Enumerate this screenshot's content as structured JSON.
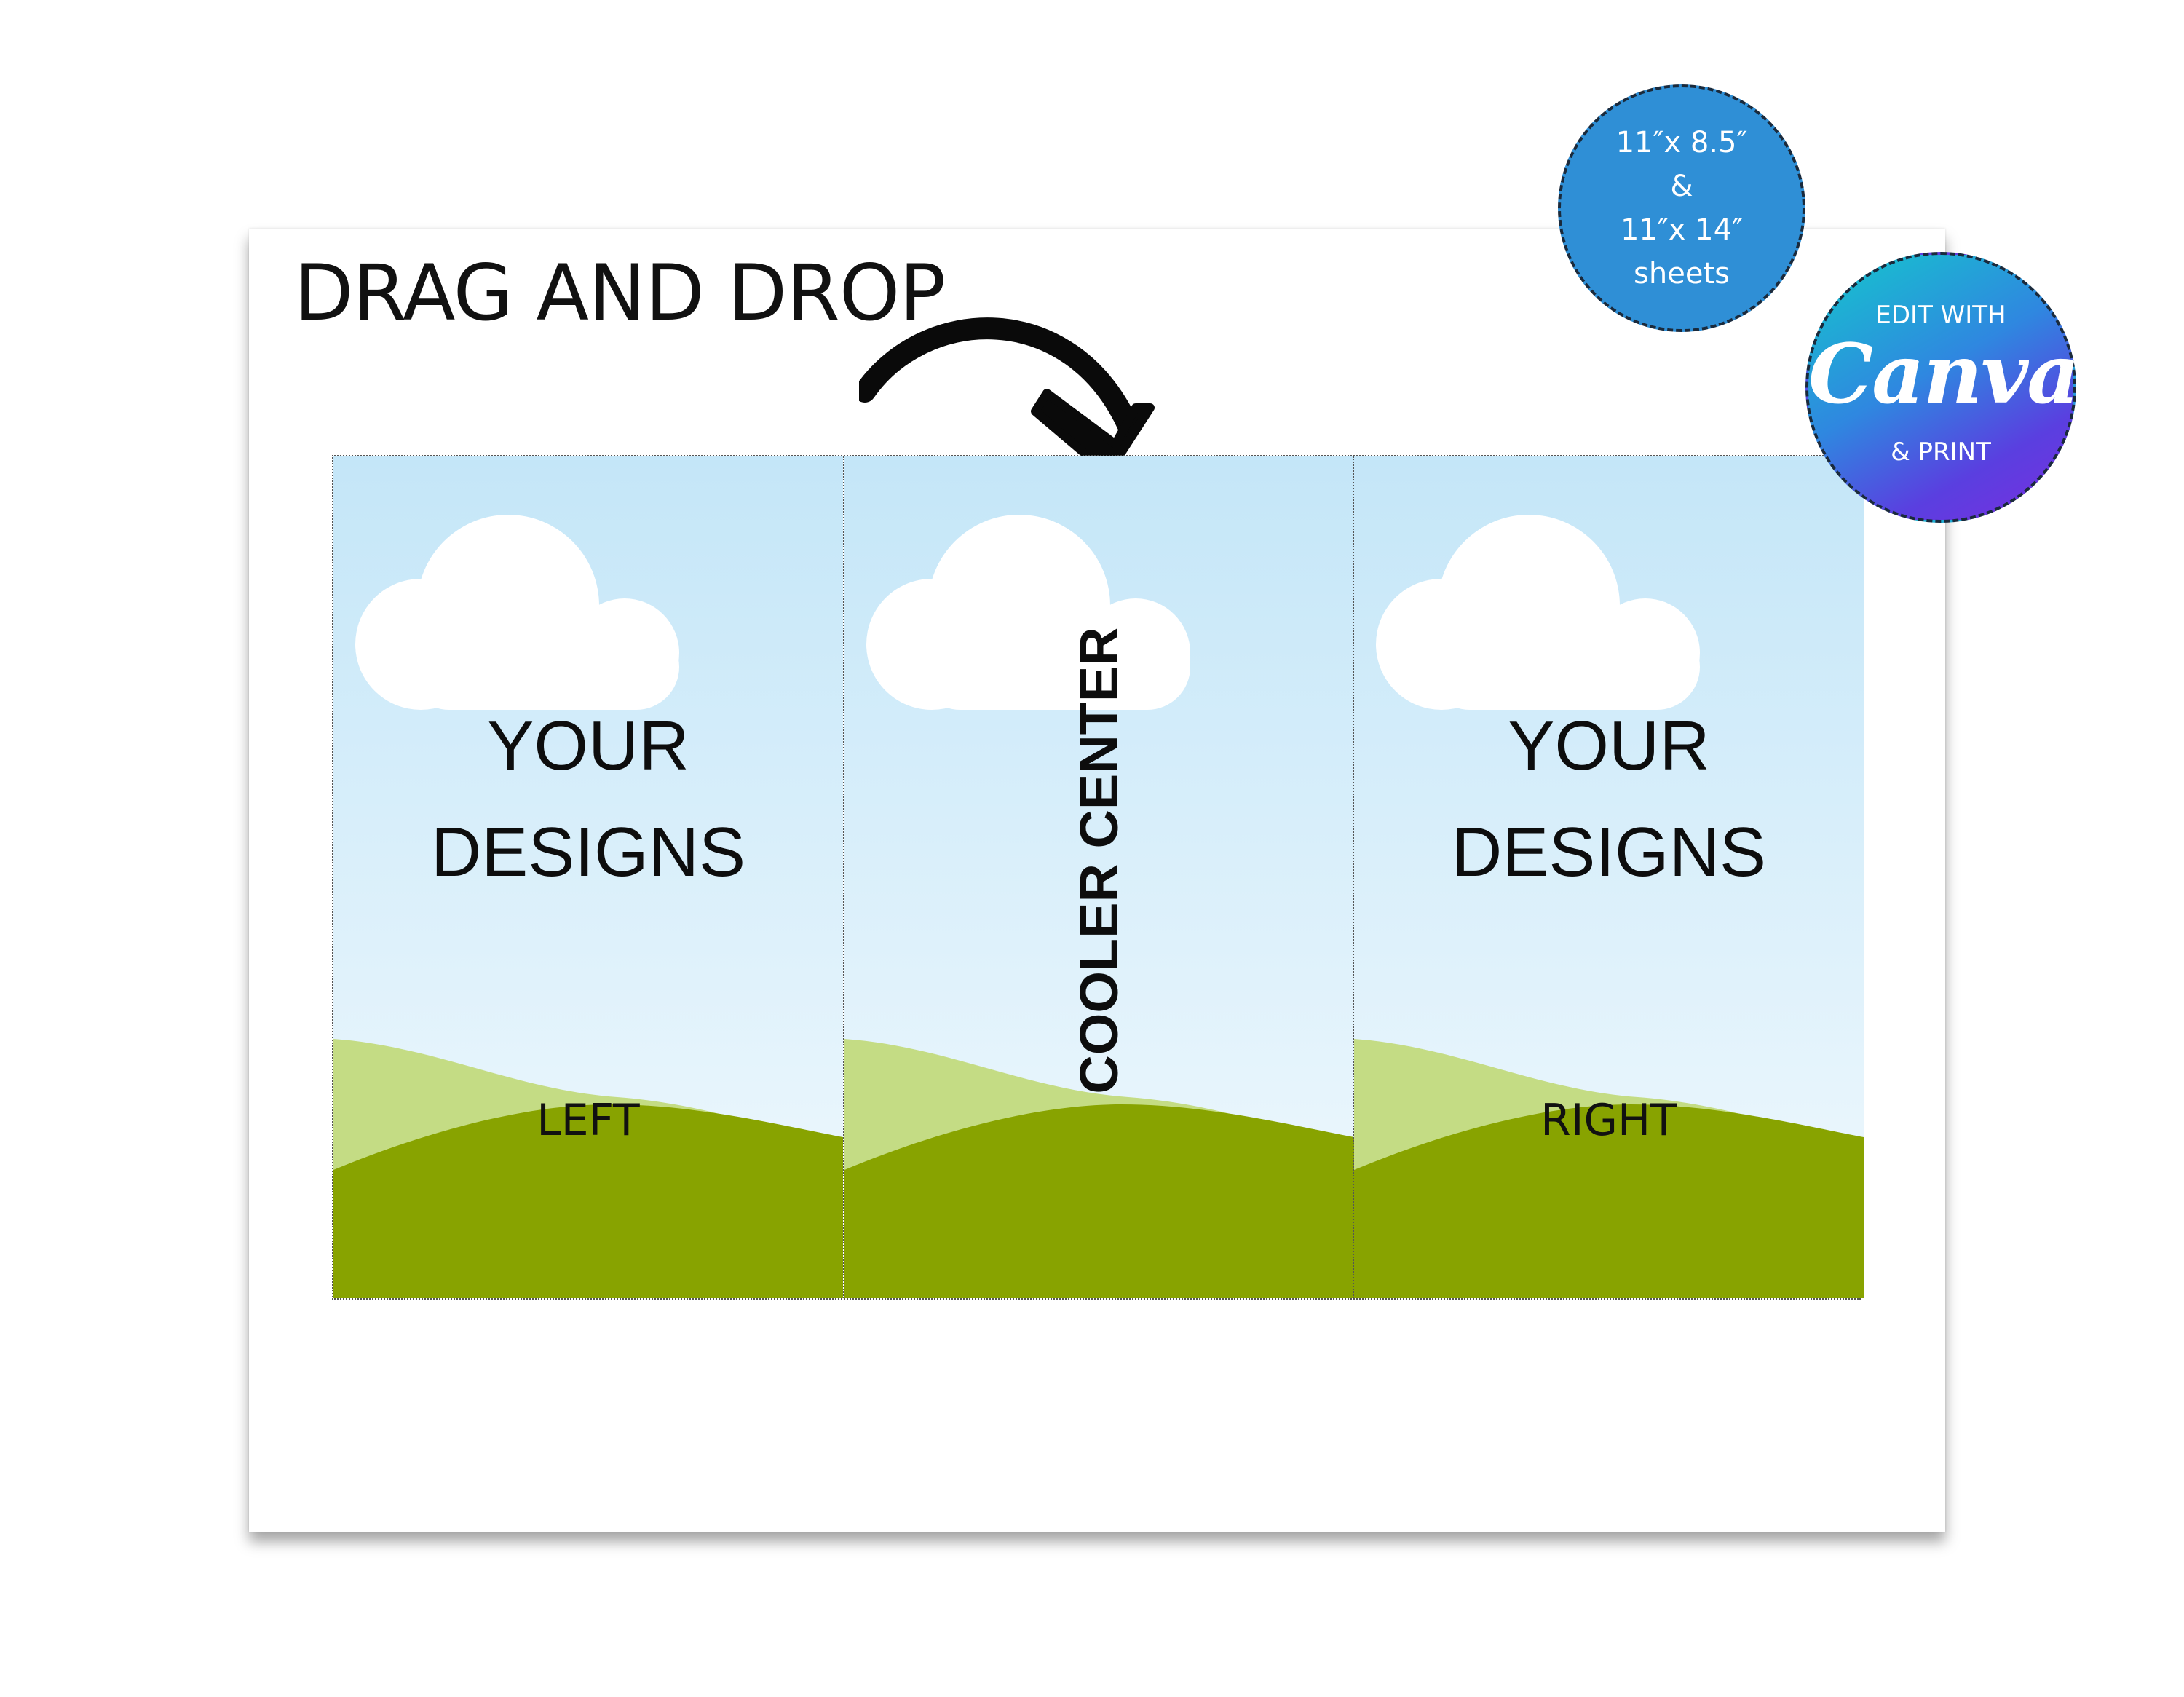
{
  "headline": "DRAG AND DROP",
  "panels": {
    "left": {
      "line1": "YOUR",
      "line2": "DESIGNS",
      "label": "LEFT"
    },
    "center": {
      "label": "COOLER CENTER"
    },
    "right": {
      "line1": "YOUR",
      "line2": "DESIGNS",
      "label": "RIGHT"
    }
  },
  "size_badge": {
    "line1": "11″x 8.5″",
    "line2": "&",
    "line3": "11″x 14″",
    "line4": "sheets"
  },
  "canva_badge": {
    "top": "EDIT WITH",
    "brand": "Canva",
    "bottom": "& PRINT"
  },
  "colors": {
    "sky_top": "#c4e6f8",
    "sky_bottom": "#eef8fc",
    "light_hill": "#c4dc84",
    "dark_hill": "#88a300",
    "size_badge": "#2f8fd6"
  }
}
